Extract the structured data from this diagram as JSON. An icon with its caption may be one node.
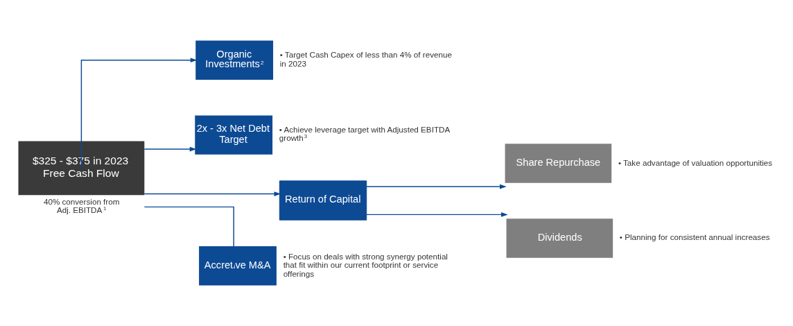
{
  "diagram": {
    "nodes": [
      {
        "text": [
          "$325 - $375 in 2023 Free Cash Flow"
        ],
        "beside": [
          "40% conversion from Adj. EBITDA$^{1}$"
        ]
      },
      {
        "text": [
          "Organic Investments$^{2}$"
        ],
        "beside": [
          "• Target Cash Capex of less than 4% of revenue in 2023"
        ]
      },
      {
        "text": [
          "2x - 3x Net Debt Target"
        ],
        "beside": [
          "• Achieve leverage target with Adjusted EBITDA growth$^{3}$"
        ]
      },
      {
        "text": [
          "Return of Capital"
        ]
      },
      {
        "text": [
          "Accretive M&A"
        ],
        "beside": [
          "• Focus on deals with strong synergy potential that fit within our current footprint or service offerings"
        ]
      },
      {
        "text": [
          "Share Repurchase"
        ],
        "beside": [
          "• Take advantage of valuation opportunities"
        ]
      },
      {
        "text": [
          "Dividends"
        ],
        "beside": [
          "• Planning for consistent annual increases"
        ]
      }
    ],
    "edges": [
      {
        "from": 0,
        "to": 1,
        "arrow": "to"
      },
      {
        "from": 0,
        "to": 2,
        "arrow": "to"
      },
      {
        "from": 0,
        "to": 3,
        "arrow": "to"
      },
      {
        "from": 0,
        "to": 4,
        "arrow": "to"
      },
      {
        "from": 3,
        "to": 5,
        "arrow": "to"
      },
      {
        "from": 3,
        "to": 6,
        "arrow": "to"
      }
    ]
  }
}
